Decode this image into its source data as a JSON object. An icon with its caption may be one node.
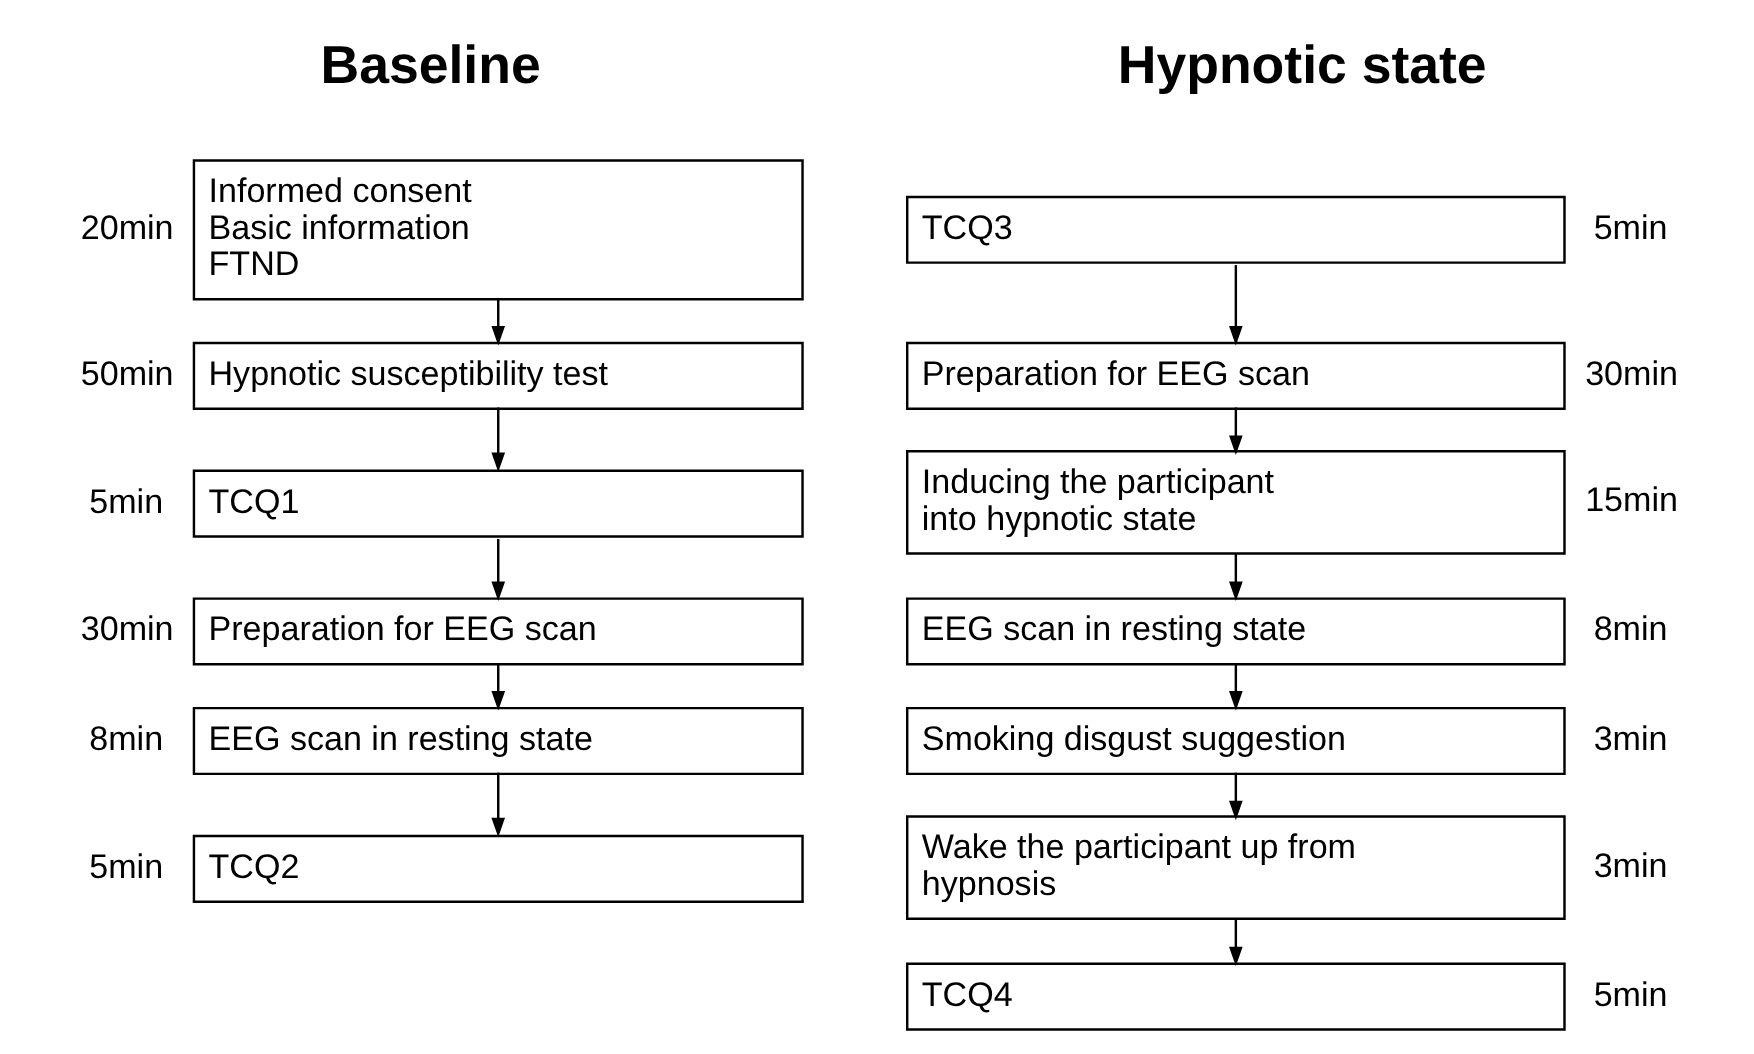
{
  "diagram": {
    "nodes": [
      {
        "text": [
          "Informed consent",
          "Basic information",
          "FTND"
        ],
        "beside": [
          "20min"
        ]
      },
      {
        "text": [
          "Hypnotic susceptibility test"
        ],
        "beside": [
          "50min"
        ]
      },
      {
        "text": [
          "TCQ1"
        ],
        "beside": [
          "5min"
        ]
      },
      {
        "text": [
          "Preparation for EEG scan"
        ],
        "beside": [
          "30min"
        ]
      },
      {
        "text": [
          "EEG scan in resting state"
        ],
        "beside": [
          "8min"
        ]
      },
      {
        "text": [
          "TCQ2"
        ],
        "beside": [
          "5min"
        ]
      },
      {
        "text": [
          "TCQ3"
        ],
        "beside": [
          "5min"
        ]
      },
      {
        "text": [
          "Preparation for EEG scan"
        ],
        "beside": [
          "30min"
        ]
      },
      {
        "text": [
          "Inducing the participant into hypnotic state"
        ],
        "beside": [
          "15min"
        ]
      },
      {
        "text": [
          "EEG scan in resting state"
        ],
        "beside": [
          "8min"
        ]
      },
      {
        "text": [
          "Smoking disgust suggestion"
        ],
        "beside": [
          "3min"
        ]
      },
      {
        "text": [
          "Wake the participant up from hypnosis"
        ],
        "beside": [
          "3min"
        ]
      },
      {
        "text": [
          "TCQ4"
        ],
        "beside": [
          "5min"
        ]
      }
    ],
    "edges": [
      {
        "from": 0,
        "to": 1,
        "arrow": "to"
      },
      {
        "from": 1,
        "to": 2,
        "arrow": "to"
      },
      {
        "from": 2,
        "to": 3,
        "arrow": "to"
      },
      {
        "from": 3,
        "to": 4,
        "arrow": "to"
      },
      {
        "from": 4,
        "to": 5,
        "arrow": "to"
      },
      {
        "from": 6,
        "to": 7,
        "arrow": "to"
      },
      {
        "from": 7,
        "to": 8,
        "arrow": "to"
      },
      {
        "from": 8,
        "to": 9,
        "arrow": "to"
      },
      {
        "from": 9,
        "to": 10,
        "arrow": "to"
      },
      {
        "from": 10,
        "to": 11,
        "arrow": "to"
      },
      {
        "from": 11,
        "to": 12,
        "arrow": "to"
      }
    ],
    "labels": [
      "Baseline",
      "Hypnotic state"
    ]
  }
}
